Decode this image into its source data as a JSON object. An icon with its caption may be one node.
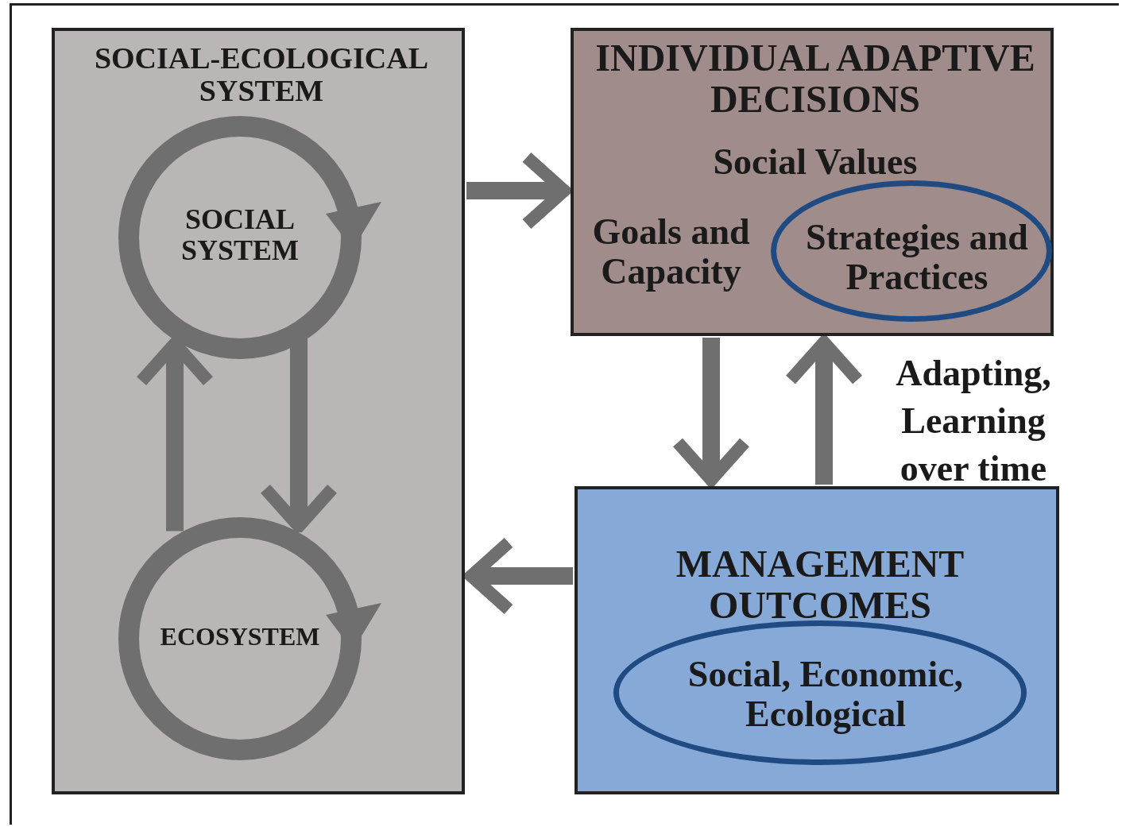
{
  "diagram": {
    "nodes": [
      {
        "text": [
          "SOCIAL-ECOLOGICAL SYSTEM"
        ]
      },
      {
        "text": [
          "SOCIAL SYSTEM"
        ],
        "in": 0
      },
      {
        "text": [
          "ECOSYSTEM"
        ],
        "in": 0
      },
      {
        "text": [
          "INDIVIDUAL ADAPTIVE DECISIONS",
          "Social Values",
          "Goals and Capacity"
        ]
      },
      {
        "text": [
          "Strategies and Practices"
        ],
        "in": 3
      },
      {
        "text": [
          "MANAGEMENT OUTCOMES"
        ]
      },
      {
        "text": [
          "Social, Economic, Ecological"
        ],
        "in": 5
      }
    ],
    "edges": [
      {
        "from": 0,
        "to": 3,
        "arrow": "to"
      },
      {
        "from": 5,
        "to": 0,
        "arrow": "to"
      },
      {
        "from": 3,
        "to": 5,
        "arrow": "to"
      },
      {
        "from": 5,
        "to": 3,
        "arrow": "to"
      },
      {
        "from": 1,
        "to": 2,
        "arrow": "to"
      },
      {
        "from": 2,
        "to": 1,
        "arrow": "to"
      }
    ],
    "labels": [
      "Adapting, Learning over time"
    ]
  }
}
